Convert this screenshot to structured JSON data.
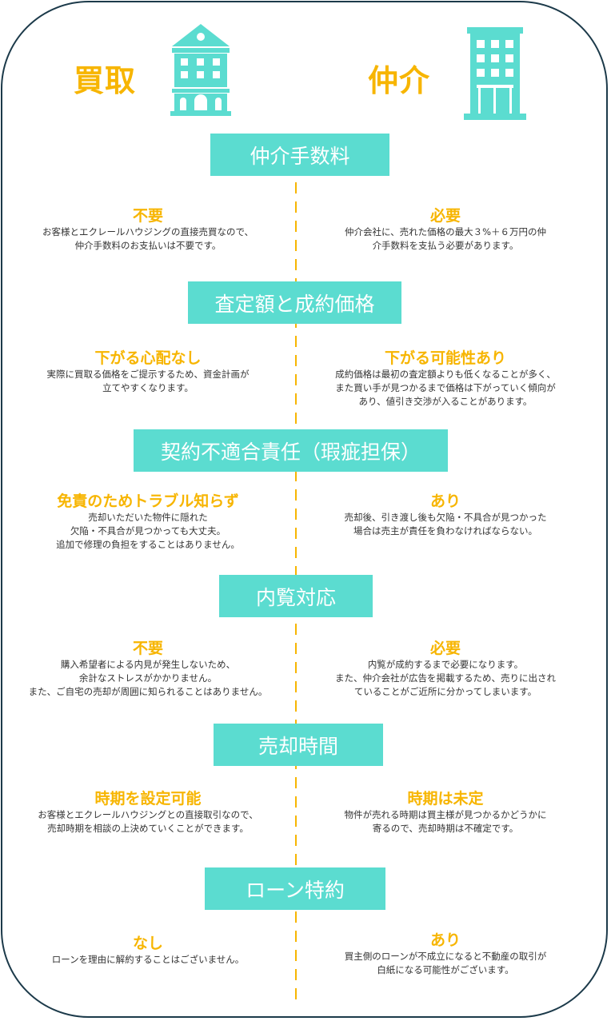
{
  "header": {
    "left_label": "買取",
    "right_label": "仲介",
    "left_icon": "classic-building-icon",
    "right_icon": "office-building-icon"
  },
  "colors": {
    "accent_yellow": "#f7b500",
    "box_teal": "#5bdcd0",
    "frame_navy": "#1c3a4a",
    "text": "#333333"
  },
  "sections": [
    {
      "title": "仲介手数料",
      "left": {
        "heading": "不要",
        "text": "お客様とエクレールハウジングの直接売買なので、\n仲介手数料のお支払いは不要です。"
      },
      "right": {
        "heading": "必要",
        "text": "仲介会社に、売れた価格の最大３%＋６万円の仲\n介手数料を支払う必要があります。"
      }
    },
    {
      "title": "査定額と成約価格",
      "left": {
        "heading": "下がる心配なし",
        "text": "実際に買取る価格をご提示するため、資金計画が\n立てやすくなります。"
      },
      "right": {
        "heading": "下がる可能性あり",
        "text": "成約価格は最初の査定額よりも低くなることが多く、\nまた買い手が見つかるまで価格は下がっていく傾向が\nあり、値引き交渉が入ることがあります。"
      }
    },
    {
      "title": "契約不適合責任（瑕疵担保）",
      "left": {
        "heading": "免責のためトラブル知らず",
        "text": "売却いただいた物件に隠れた\n欠陥・不具合が見つかっても大丈夫。\n追加で修理の負担をすることはありません。"
      },
      "right": {
        "heading": "あり",
        "text": "売却後、引き渡し後も欠陥・不具合が見つかった\n場合は売主が責任を負わなければならない。"
      }
    },
    {
      "title": "内覧対応",
      "left": {
        "heading": "不要",
        "text": "購入希望者による内見が発生しないため、\n余計なストレスがかかりません。\nまた、ご自宅の売却が周囲に知られることはありません。"
      },
      "right": {
        "heading": "必要",
        "text": "内覧が成約するまで必要になります。\nまた、仲介会社が広告を掲載するため、売りに出され\nていることがご近所に分かってしまいます。"
      }
    },
    {
      "title": "売却時間",
      "left": {
        "heading": "時期を設定可能",
        "text": "お客様とエクレールハウジングとの直接取引なので、\n売却時期を相談の上決めていくことができます。"
      },
      "right": {
        "heading": "時期は未定",
        "text": "物件が売れる時期は買主様が見つかるかどうかに\n寄るので、売却時期は不確定です。"
      }
    },
    {
      "title": "ローン特約",
      "left": {
        "heading": "なし",
        "text": "ローンを理由に解約することはございません。"
      },
      "right": {
        "heading": "あり",
        "text": "買主側のローンが不成立になると不動産の取引が\n白紙になる可能性がございます。"
      }
    }
  ]
}
